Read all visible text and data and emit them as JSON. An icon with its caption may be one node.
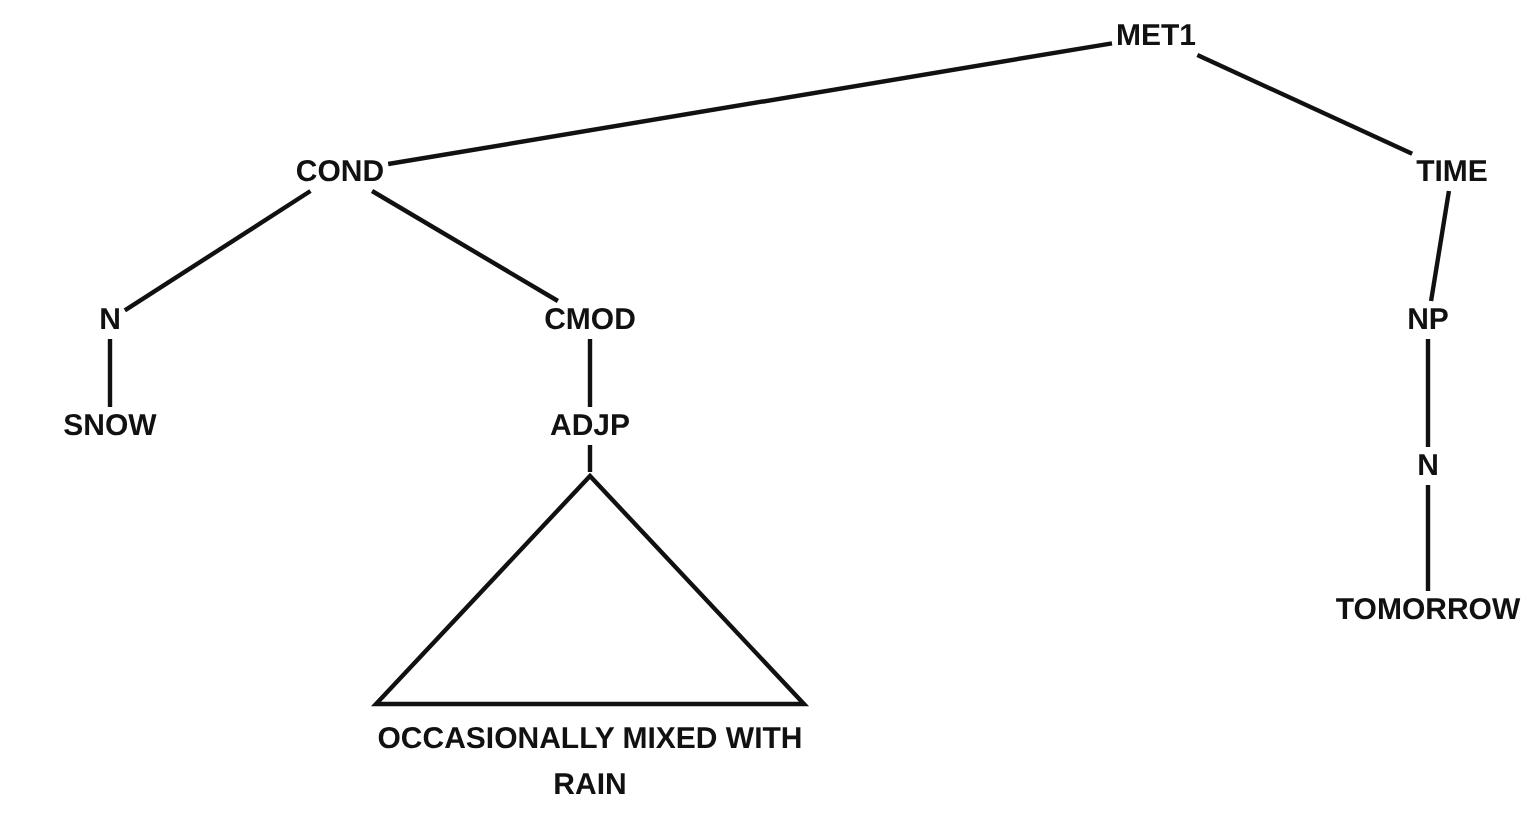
{
  "diagram": {
    "nodes": [
      {
        "text": [
          "MET1"
        ]
      },
      {
        "text": [
          "COND"
        ]
      },
      {
        "text": [
          "TIME"
        ]
      },
      {
        "text": [
          "N"
        ]
      },
      {
        "text": [
          "CMOD"
        ]
      },
      {
        "text": [
          "NP"
        ]
      },
      {
        "text": [
          "SNOW"
        ]
      },
      {
        "text": [
          "ADJP"
        ]
      },
      {
        "text": [
          "N"
        ]
      },
      {
        "text": [
          "TOMORROW"
        ]
      },
      {
        "text": [
          "OCCASIONALLY MIXED WITH RAIN"
        ]
      }
    ],
    "edges": [
      {
        "from": 0,
        "to": 1,
        "arrow": "none"
      },
      {
        "from": 0,
        "to": 2,
        "arrow": "none"
      },
      {
        "from": 1,
        "to": 3,
        "arrow": "none"
      },
      {
        "from": 1,
        "to": 4,
        "arrow": "none"
      },
      {
        "from": 2,
        "to": 5,
        "arrow": "none"
      },
      {
        "from": 3,
        "to": 6,
        "arrow": "none"
      },
      {
        "from": 4,
        "to": 7,
        "arrow": "none"
      },
      {
        "from": 5,
        "to": 8,
        "arrow": "none"
      },
      {
        "from": 8,
        "to": 9,
        "arrow": "none"
      },
      {
        "from": 7,
        "to": 10,
        "arrow": "none"
      }
    ]
  }
}
